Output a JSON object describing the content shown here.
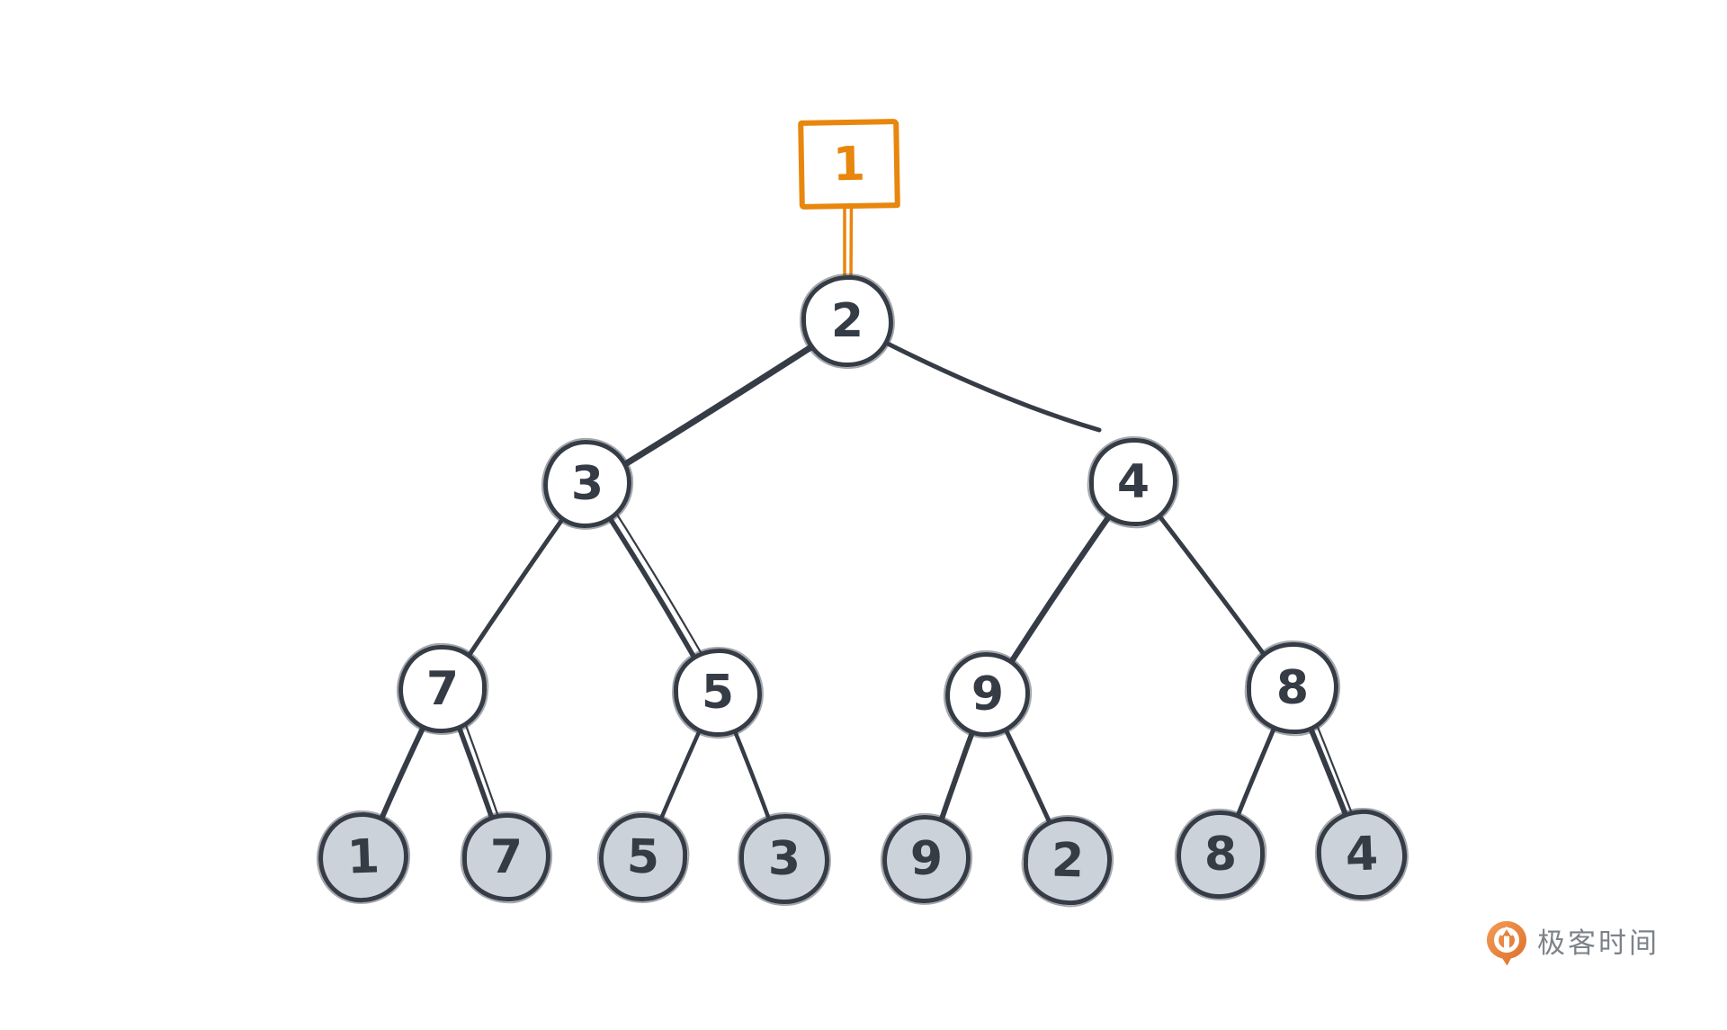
{
  "diagram": {
    "kind": "binary-tree-sketch",
    "pointer": {
      "label": "1",
      "shape": "square",
      "color": "#e8860d"
    },
    "labels": {
      "pointer": "1",
      "root": "2",
      "level2": [
        "3",
        "4"
      ],
      "level3": [
        "7",
        "5",
        "9",
        "8"
      ],
      "leaves": [
        "1",
        "7",
        "5",
        "3",
        "9",
        "2",
        "8",
        "4"
      ]
    },
    "tree": {
      "label": "2",
      "children": [
        {
          "label": "3",
          "children": [
            {
              "label": "7",
              "children": [
                {
                  "label": "1"
                },
                {
                  "label": "7"
                }
              ]
            },
            {
              "label": "5",
              "children": [
                {
                  "label": "5"
                },
                {
                  "label": "3"
                }
              ]
            }
          ]
        },
        {
          "label": "4",
          "children": [
            {
              "label": "9",
              "children": [
                {
                  "label": "9"
                },
                {
                  "label": "2"
                }
              ]
            },
            {
              "label": "8",
              "children": [
                {
                  "label": "8"
                },
                {
                  "label": "4"
                }
              ]
            }
          ]
        }
      ]
    },
    "leaf_style": "filled-gray",
    "colors": {
      "ink": "#363c46",
      "leaf_fill": "#ccd2da",
      "pointer_orange": "#e8860d",
      "background": "#ffffff"
    }
  },
  "logo": {
    "text": "极客时间",
    "icon": "geektime-pin-icon",
    "text_color": "#7d8288",
    "icon_color": "#e9772e"
  }
}
